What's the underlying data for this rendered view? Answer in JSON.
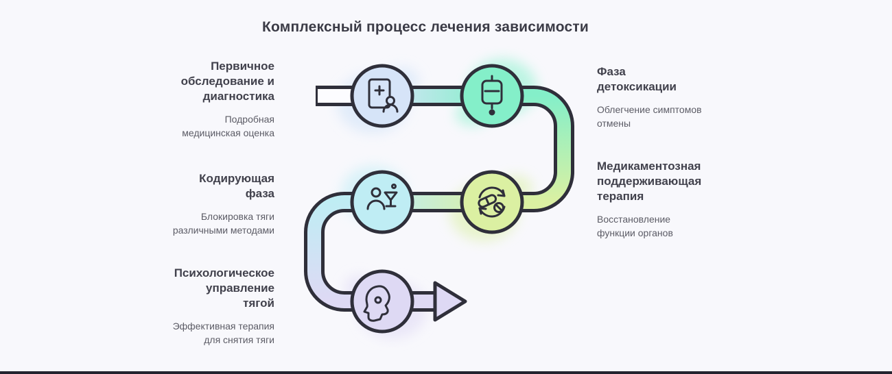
{
  "title": "Комплексный процесс лечения зависимости",
  "background_color": "#f8f8fc",
  "outline_color": "#2f2f3a",
  "steps": [
    {
      "heading": "Первичное обследование и диагностика",
      "description": "Подробная медицинская оценка",
      "icon": "medical-report-icon",
      "color": "#d6e4f8",
      "side": "left"
    },
    {
      "heading": "Фаза детоксикации",
      "description": "Облегчение симптомов отмены",
      "icon": "iv-drip-icon",
      "color": "#84efc9",
      "side": "right"
    },
    {
      "heading": "Медикаментозная поддерживающая терапия",
      "description": "Восстановление функции органов",
      "icon": "pills-cycle-icon",
      "color": "#dbf0a2",
      "side": "right"
    },
    {
      "heading": "Кодирующая фаза",
      "description": "Блокировка тяги различными методами",
      "icon": "person-glass-icon",
      "color": "#bfedf4",
      "side": "left"
    },
    {
      "heading": "Психологическое управление тягой",
      "description": "Эффективная терапия для снятия тяги",
      "icon": "head-therapy-icon",
      "color": "#ded9f4",
      "side": "left"
    }
  ]
}
